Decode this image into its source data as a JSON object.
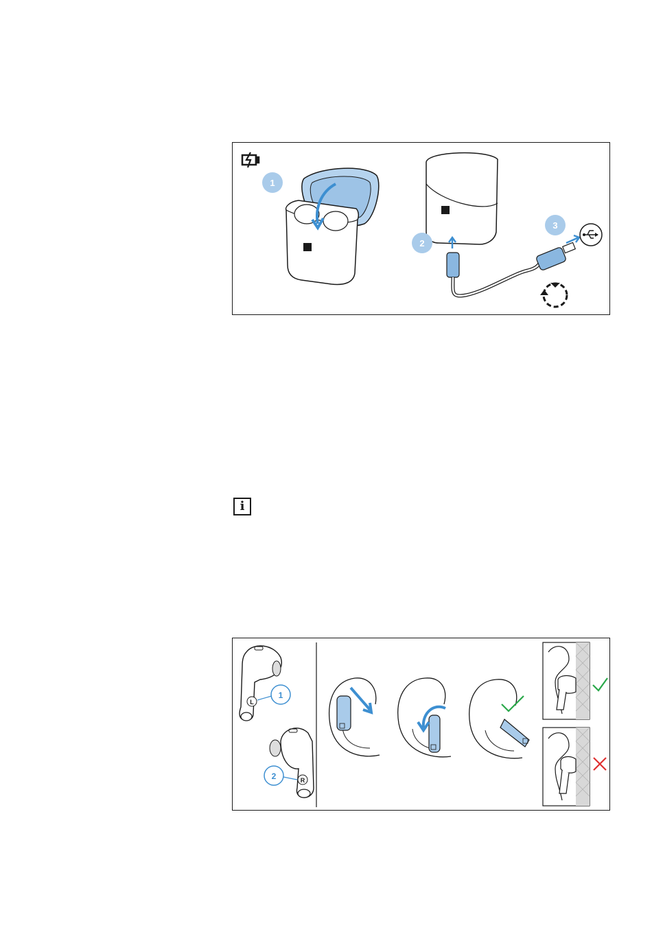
{
  "figures": {
    "charging": {
      "steps": [
        "1",
        "2",
        "3"
      ],
      "icons": [
        "charging-battery-icon",
        "usb-icon",
        "timer-icon"
      ]
    },
    "fit": {
      "left_label": "L",
      "right_label": "R",
      "callouts": [
        "1",
        "2"
      ],
      "icons": [
        "info-icon",
        "checkmark-icon",
        "cross-icon"
      ]
    }
  },
  "info_icon_glyph": "i",
  "colors": {
    "accent_blue": "#3d8fd1",
    "light_blue": "#a9cbea",
    "check_green": "#2aa84a",
    "cross_red": "#e03030",
    "line": "#1a1a1a"
  }
}
